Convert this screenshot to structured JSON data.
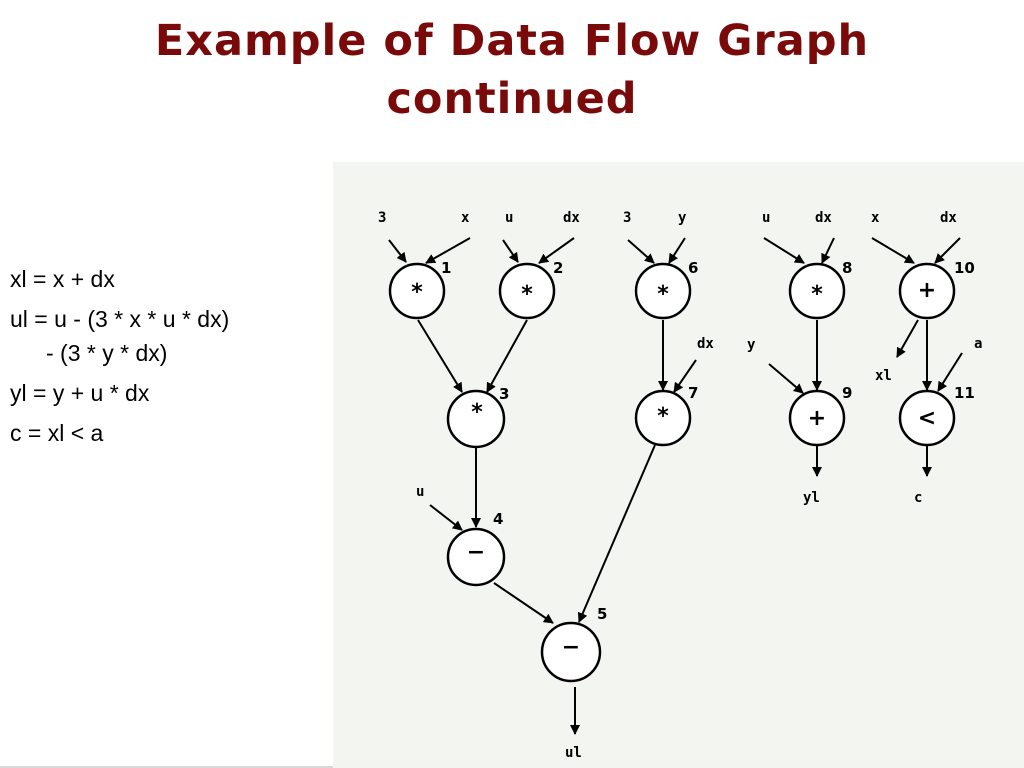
{
  "slide": {
    "title_line1": "Example of Data Flow Graph",
    "title_line2": "continued"
  },
  "equations": {
    "line1": "xl = x + dx",
    "line2a": "ul = u - (3 * x * u * dx)",
    "line2b": "- (3 * y * dx)",
    "line3": "yl = y + u * dx",
    "line4": "c = xl < a"
  },
  "graph": {
    "nodes": [
      {
        "id": "1",
        "op": "*"
      },
      {
        "id": "2",
        "op": "*"
      },
      {
        "id": "3",
        "op": "*"
      },
      {
        "id": "4",
        "op": "−"
      },
      {
        "id": "5",
        "op": "−"
      },
      {
        "id": "6",
        "op": "*"
      },
      {
        "id": "7",
        "op": "*"
      },
      {
        "id": "8",
        "op": "*"
      },
      {
        "id": "9",
        "op": "+"
      },
      {
        "id": "10",
        "op": "+"
      },
      {
        "id": "11",
        "op": "<"
      }
    ],
    "inputs": [
      "3",
      "x",
      "u",
      "dx",
      "3",
      "y",
      "u",
      "dx",
      "x",
      "dx",
      "dx",
      "y",
      "a",
      "u"
    ],
    "outputs": [
      "ul",
      "yl",
      "c",
      "xl"
    ]
  }
}
